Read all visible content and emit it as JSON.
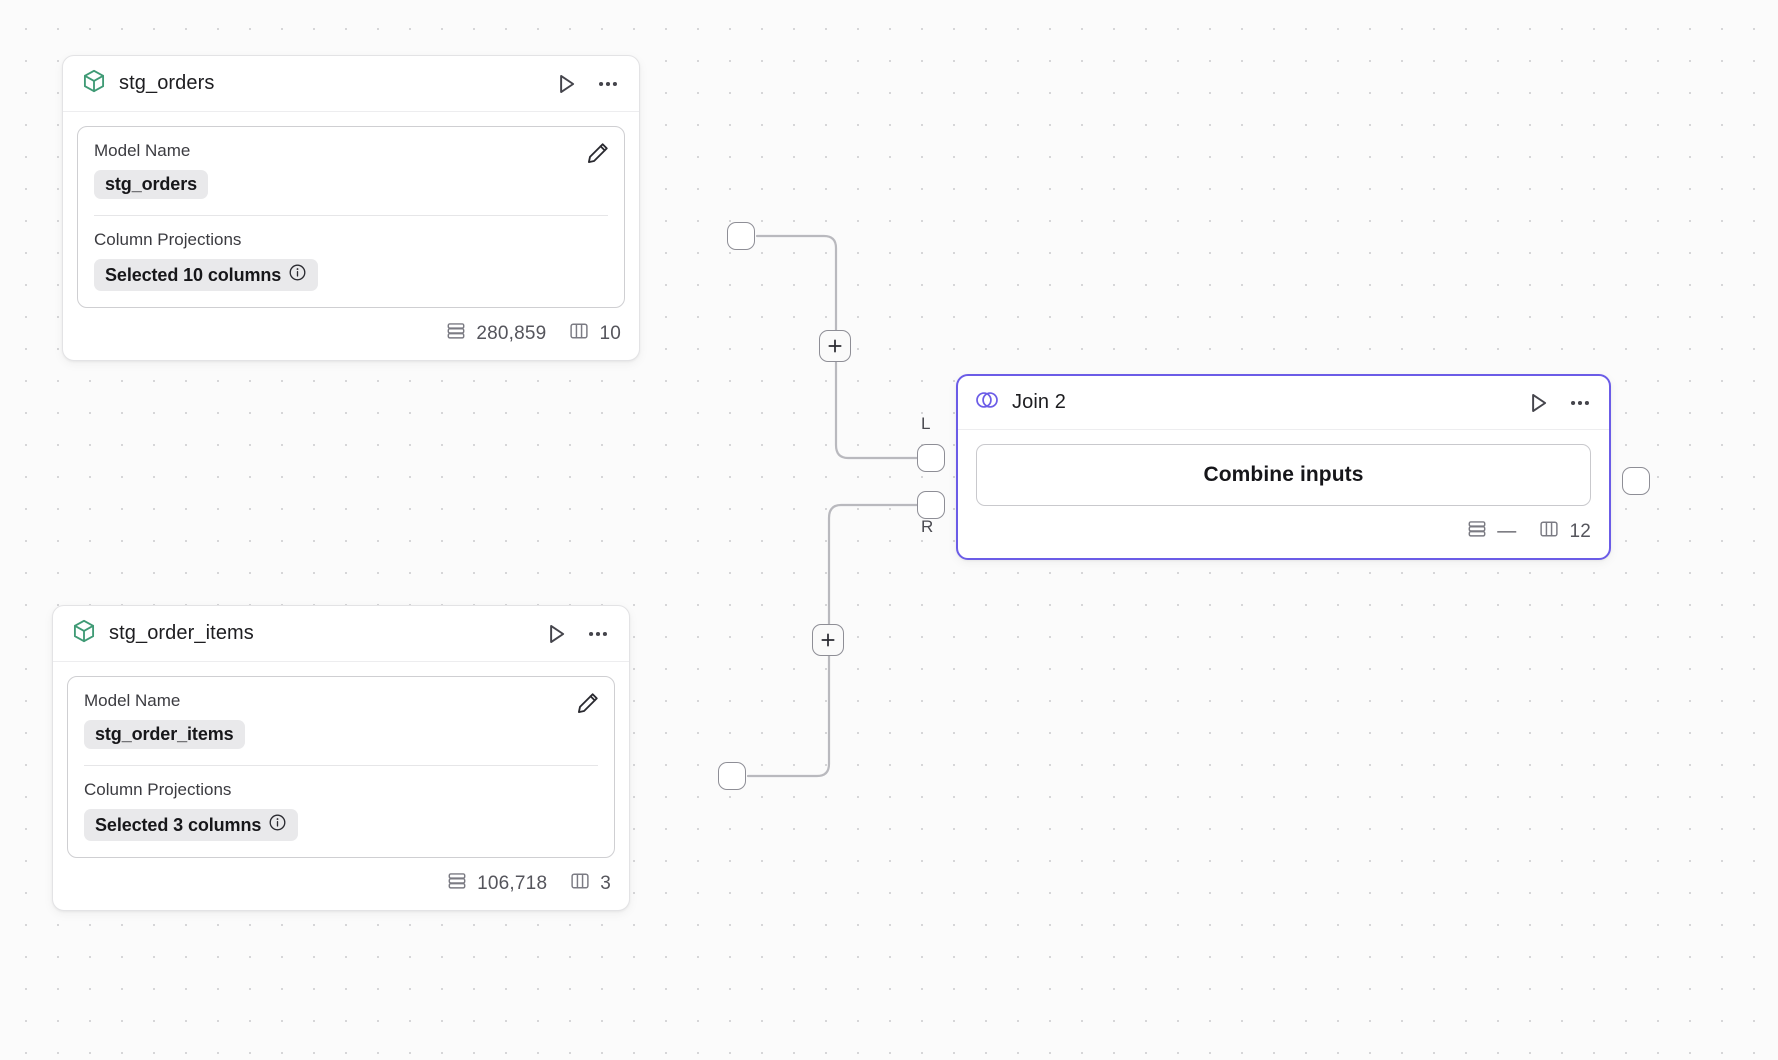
{
  "canvas": {
    "background_color": "#fbfbfb",
    "dot_color": "#d6d6d8",
    "accent_color": "#6b5ce7",
    "model_icon_color": "#3f9a75"
  },
  "nodes": [
    {
      "id": "stg_orders",
      "type": "model",
      "icon": "cube-icon",
      "title": "stg_orders",
      "run_label": "Run",
      "more_label": "More options",
      "fields": [
        {
          "label": "Model Name",
          "value": "stg_orders",
          "has_info": false
        },
        {
          "label": "Column Projections",
          "value": "Selected 10 columns",
          "has_info": true
        }
      ],
      "edit_label": "Edit",
      "stats": {
        "rows_icon": "rows-icon",
        "rows": "280,859",
        "cols_icon": "columns-icon",
        "cols": "10"
      }
    },
    {
      "id": "stg_order_items",
      "type": "model",
      "icon": "cube-icon",
      "title": "stg_order_items",
      "run_label": "Run",
      "more_label": "More options",
      "fields": [
        {
          "label": "Model Name",
          "value": "stg_order_items",
          "has_info": false
        },
        {
          "label": "Column Projections",
          "value": "Selected 3 columns",
          "has_info": true
        }
      ],
      "edit_label": "Edit",
      "stats": {
        "rows_icon": "rows-icon",
        "rows": "106,718",
        "cols_icon": "columns-icon",
        "cols": "3"
      }
    },
    {
      "id": "join_2",
      "type": "join",
      "icon": "join-venn-icon",
      "title": "Join 2",
      "selected": true,
      "run_label": "Run",
      "more_label": "More options",
      "action_button": "Combine inputs",
      "input_ports": [
        {
          "name": "left",
          "label": "L"
        },
        {
          "name": "right",
          "label": "R"
        }
      ],
      "stats": {
        "rows_icon": "rows-icon",
        "rows": "—",
        "cols_icon": "columns-icon",
        "cols": "12"
      }
    }
  ],
  "edges": [
    {
      "from": "stg_orders",
      "to": "join_2.L",
      "add_button": "+"
    },
    {
      "from": "stg_order_items",
      "to": "join_2.R",
      "add_button": "+"
    }
  ],
  "plus_buttons": {
    "label": "+",
    "title": "Add node"
  }
}
